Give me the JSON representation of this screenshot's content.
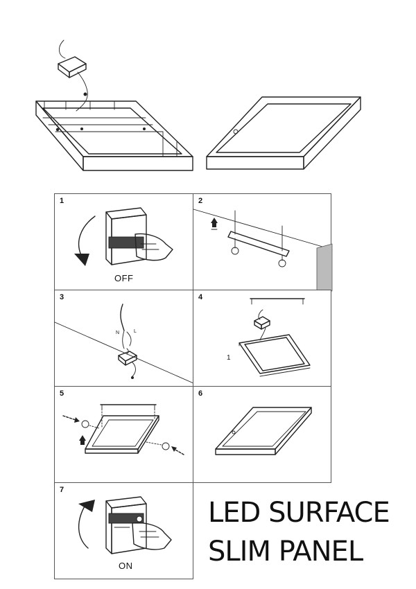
{
  "title": {
    "line1": "LED SURFACE",
    "line2": "SLIM PANEL"
  },
  "steps": [
    {
      "number": "1",
      "caption": "OFF"
    },
    {
      "number": "2"
    },
    {
      "number": "3"
    },
    {
      "number": "4",
      "note": "1"
    },
    {
      "number": "5"
    },
    {
      "number": "6"
    },
    {
      "number": "7",
      "caption": "ON"
    }
  ],
  "wire_labels": {
    "neutral": "N",
    "live": "L"
  },
  "icons": [
    "led-driver-icon",
    "panel-frame-icon",
    "panel-icon",
    "switch-icon",
    "rotate-arrow-icon",
    "mounting-bracket-icon",
    "screw-icon",
    "push-arrow-icon"
  ]
}
